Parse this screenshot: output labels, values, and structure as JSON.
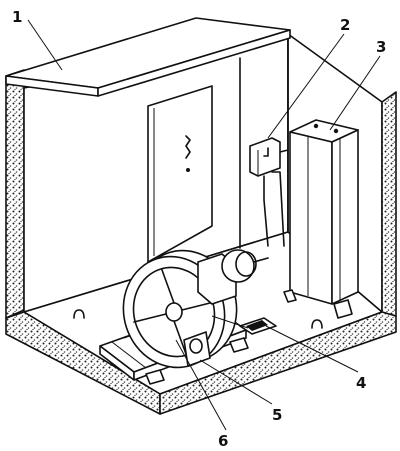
{
  "figure": {
    "callouts": [
      {
        "id": "1",
        "label": "1"
      },
      {
        "id": "2",
        "label": "2"
      },
      {
        "id": "3",
        "label": "3"
      },
      {
        "id": "4",
        "label": "4"
      },
      {
        "id": "5",
        "label": "5"
      },
      {
        "id": "6",
        "label": "6"
      }
    ]
  },
  "colors": {
    "ink": "#111111",
    "paper": "#ffffff"
  }
}
